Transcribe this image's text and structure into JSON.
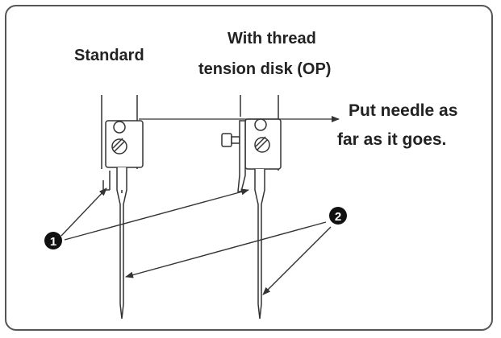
{
  "labels": {
    "standard": "Standard",
    "with_disk_line1": "With thread",
    "with_disk_line2": "tension disk (OP)",
    "instruction_line1": "Put needle as",
    "instruction_line2": "far as it goes."
  },
  "callouts": {
    "one": "1",
    "two": "2"
  },
  "colors": {
    "line": "#333333",
    "frame": "#555555",
    "callout_fill": "#111111",
    "callout_text": "#ffffff"
  }
}
